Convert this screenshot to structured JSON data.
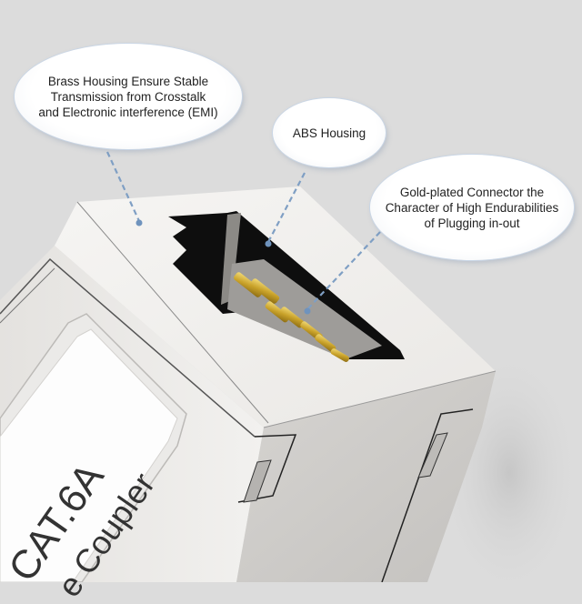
{
  "background_color": "#dcdcdc",
  "callouts": [
    {
      "id": "brass-housing",
      "lines": [
        "Brass Housing Ensure Stable",
        "Transmission from Crosstalk",
        "and Electronic interference (EMI)"
      ]
    },
    {
      "id": "abs-housing",
      "lines": [
        "ABS Housing"
      ]
    },
    {
      "id": "gold-connector",
      "lines": [
        "Gold-plated Connector the",
        "Character of High Endurabilities",
        "of Plugging in-out"
      ]
    }
  ],
  "product_label": {
    "line1": "CAT.6A",
    "line2": "e Coupler"
  },
  "colors": {
    "leader_line": "#7f9fc4",
    "gold": "#d4b23a",
    "housing_light": "#f1f0ee",
    "housing_shade": "#cfcdca",
    "port_black": "#0e0e0e"
  }
}
